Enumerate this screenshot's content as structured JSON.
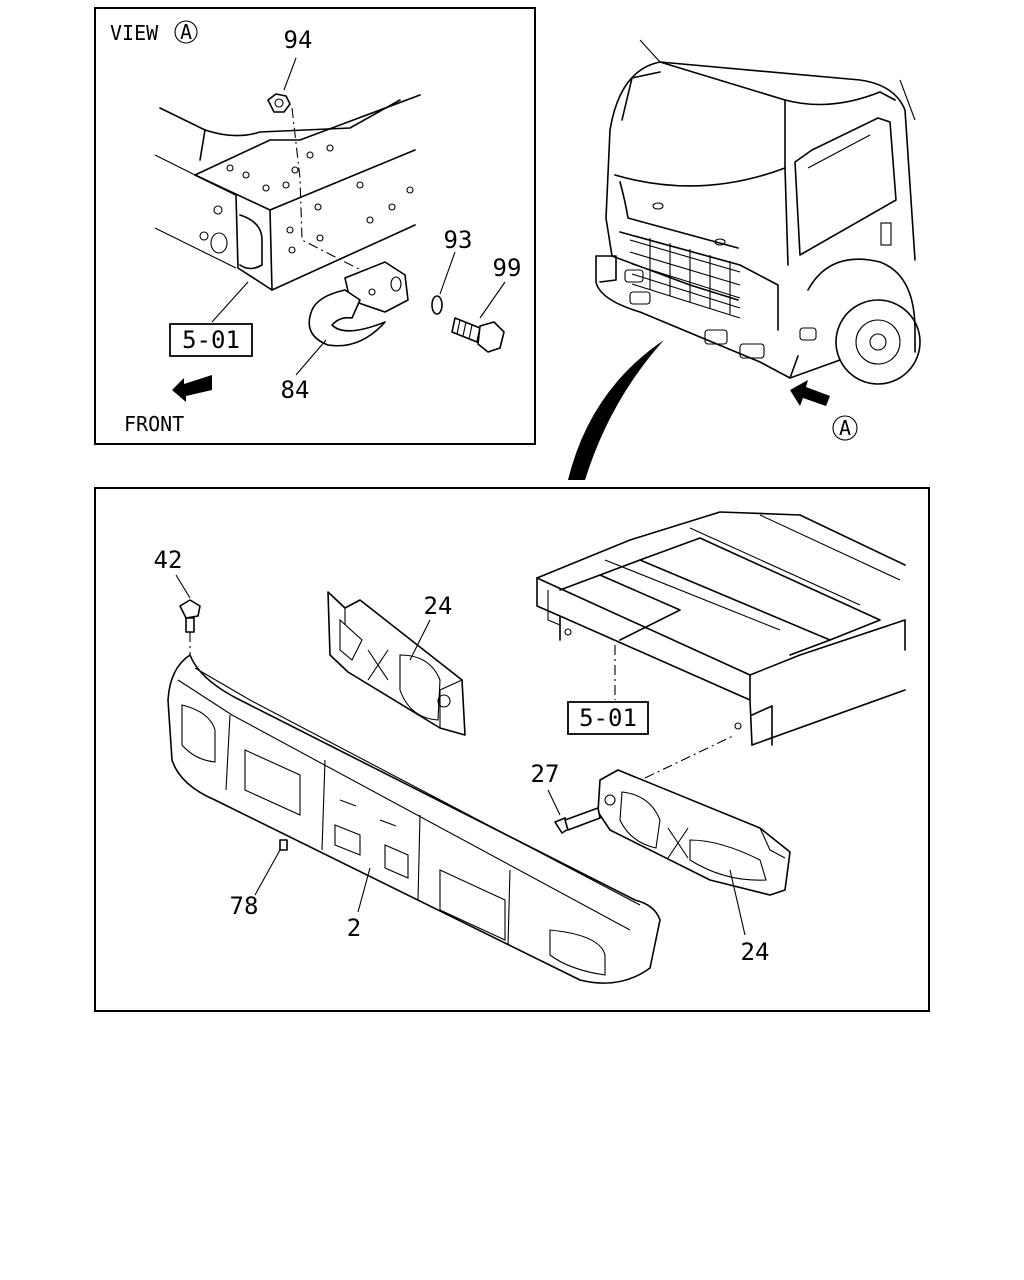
{
  "view_panel": {
    "title": "VIEW",
    "view_marker": "A",
    "front_label": "FRONT",
    "ref_box": "5-01",
    "callouts": {
      "nut": "94",
      "washer": "93",
      "bolt": "99",
      "tow_hook": "84"
    }
  },
  "truck": {
    "view_marker": "A"
  },
  "bumper_panel": {
    "ref_box": "5-01",
    "callouts": {
      "bumper_bolt": "42",
      "left_bracket": "24",
      "right_bracket": "24",
      "bracket_bolt": "27",
      "bumper": "2",
      "clip": "78"
    }
  }
}
